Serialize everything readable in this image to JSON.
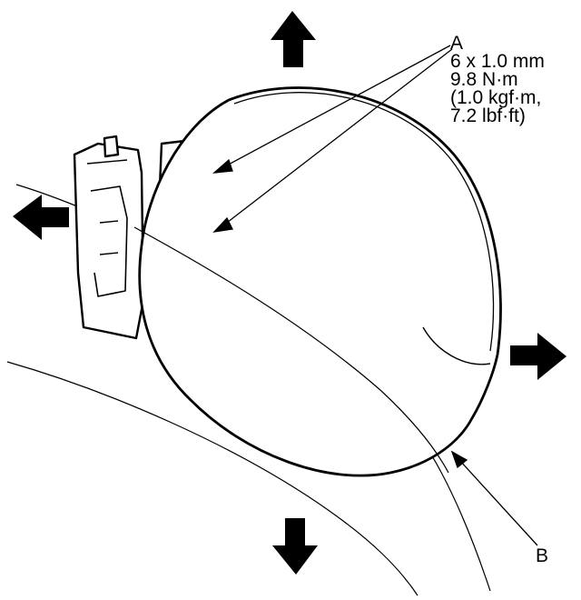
{
  "labels": {
    "a": "A",
    "b": "B"
  },
  "spec": {
    "lines": [
      "6 x 1.0 mm",
      "9.8 N·m",
      "(1.0 kgf·m,",
      "7.2 lbf·ft)"
    ]
  },
  "colors": {
    "ink": "#000000",
    "paper": "#ffffff"
  },
  "icons": {
    "arrows": [
      "arrow-up-icon",
      "arrow-left-icon",
      "arrow-right-icon",
      "arrow-down-icon"
    ]
  }
}
